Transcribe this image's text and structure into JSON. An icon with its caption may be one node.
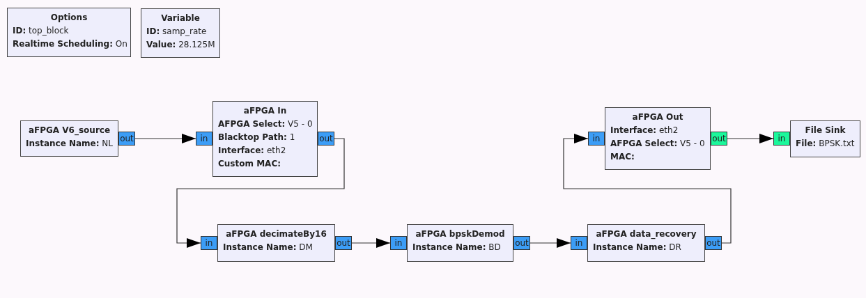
{
  "diagram": {
    "nodes": [
      {
        "text": [
          "Options",
          "**ID:** top_block",
          "**Realtime Scheduling:** On"
        ]
      },
      {
        "text": [
          "Variable",
          "**ID:** samp_rate",
          "**Value:** 28.125M"
        ]
      },
      {
        "text": [
          "aFPGA V6_source",
          "**Instance Name:** NL"
        ]
      },
      {
        "text": [
          "out"
        ]
      },
      {
        "text": [
          "aFPGA In",
          "**AFPGA Select:** V5 - 0",
          "**Blacktop Path:** 1",
          "**Interface:** eth2",
          "**Custom MAC:**"
        ]
      },
      {
        "text": [
          "in"
        ]
      },
      {
        "text": [
          "out"
        ]
      },
      {
        "text": [
          "aFPGA Out",
          "**Interface:** eth2",
          "**AFPGA Select:** V5 - 0",
          "**MAC:**"
        ]
      },
      {
        "text": [
          "in"
        ]
      },
      {
        "text": [
          "out"
        ]
      },
      {
        "text": [
          "File Sink",
          "**File:** BPSK.txt"
        ]
      },
      {
        "text": [
          "in"
        ]
      },
      {
        "text": [
          "aFPGA decimateBy16",
          "**Instance Name:** DM"
        ]
      },
      {
        "text": [
          "in"
        ]
      },
      {
        "text": [
          "out"
        ]
      },
      {
        "text": [
          "aFPGA bpskDemod",
          "**Instance Name:** BD"
        ]
      },
      {
        "text": [
          "in"
        ]
      },
      {
        "text": [
          "out"
        ]
      },
      {
        "text": [
          "aFPGA data_recovery",
          "**Instance Name:** DR"
        ]
      },
      {
        "text": [
          "in"
        ]
      },
      {
        "text": [
          "out"
        ]
      }
    ],
    "edges": [
      {
        "from": 3,
        "to": 5,
        "arrow": "to"
      },
      {
        "from": 6,
        "to": 13,
        "arrow": "to"
      },
      {
        "from": 14,
        "to": 16,
        "arrow": "to"
      },
      {
        "from": 17,
        "to": 19,
        "arrow": "to"
      },
      {
        "from": 20,
        "to": 8,
        "arrow": "to"
      },
      {
        "from": 9,
        "to": 11,
        "arrow": "to"
      }
    ]
  }
}
